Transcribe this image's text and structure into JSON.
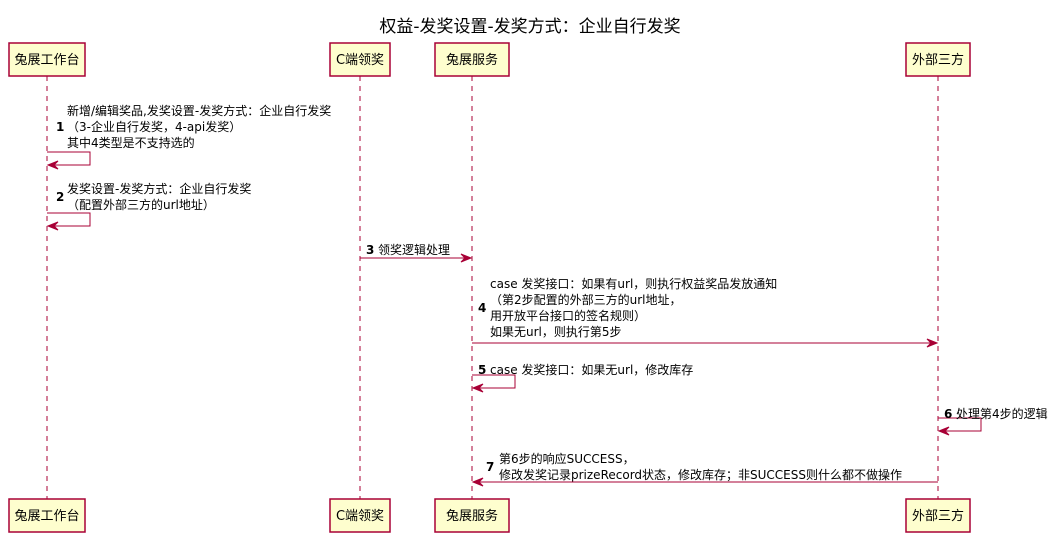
{
  "title": "权益-发奖设置-发奖方式：企业自行发奖",
  "participants": [
    {
      "id": "p1",
      "label": "兔展工作台"
    },
    {
      "id": "p2",
      "label": "C端领奖"
    },
    {
      "id": "p3",
      "label": "兔展服务"
    },
    {
      "id": "p4",
      "label": "外部三方"
    }
  ],
  "messages": [
    {
      "num": "1",
      "from": "p1",
      "to": "p1",
      "lines": [
        "新增/编辑奖品,发奖设置-发奖方式：企业自行发奖",
        "（3-企业自行发奖，4-api发奖）",
        "其中4类型是不支持选的"
      ]
    },
    {
      "num": "2",
      "from": "p1",
      "to": "p1",
      "lines": [
        "发奖设置-发奖方式：企业自行发奖",
        "（配置外部三方的url地址）"
      ]
    },
    {
      "num": "3",
      "from": "p2",
      "to": "p3",
      "lines": [
        "领奖逻辑处理"
      ]
    },
    {
      "num": "4",
      "from": "p3",
      "to": "p4",
      "lines": [
        "case 发奖接口：如果有url，则执行权益奖品发放通知",
        "（第2步配置的外部三方的url地址，",
        "用开放平台接口的签名规则）",
        "如果无url，则执行第5步"
      ]
    },
    {
      "num": "5",
      "from": "p3",
      "to": "p3",
      "lines": [
        "case 发奖接口：如果无url，修改库存"
      ]
    },
    {
      "num": "6",
      "from": "p4",
      "to": "p4",
      "lines": [
        "处理第4步的逻辑"
      ]
    },
    {
      "num": "7",
      "from": "p4",
      "to": "p3",
      "lines": [
        "第6步的响应SUCCESS，",
        "修改发奖记录prizeRecord状态，修改库存；非SUCCESS则什么都不做操作"
      ]
    }
  ],
  "colors": {
    "participant_fill": "#FEFECE",
    "participant_border": "#A80036",
    "arrow": "#A80036"
  }
}
